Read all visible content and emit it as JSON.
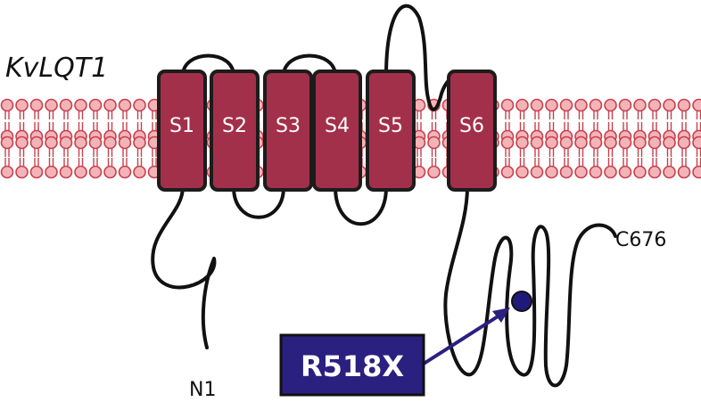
{
  "diagram": {
    "protein_name": "KvLQT1",
    "segments": [
      "S1",
      "S2",
      "S3",
      "S4",
      "S5",
      "S6"
    ],
    "n_terminus_label": "N1",
    "c_terminus_label": "C676",
    "mutation_label": "R518X"
  },
  "colors": {
    "membrane_head_fill": "#f3b4b9",
    "membrane_stroke": "#c8404c",
    "segment_fill": "#a3304a",
    "segment_stroke": "#1c1c1c",
    "mutation_box": "#2a2080",
    "mutation_dot": "#1f1a7a",
    "chain": "#111111"
  }
}
